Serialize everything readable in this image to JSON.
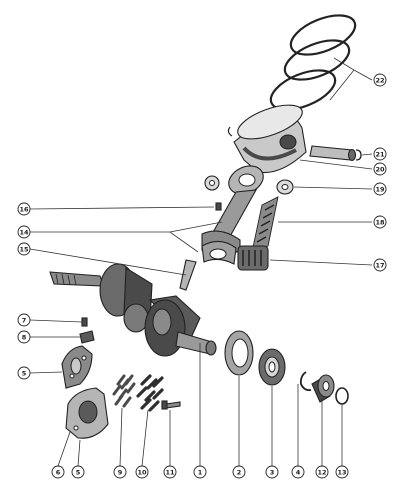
{
  "figure": {
    "colors": {
      "ink": "#222222",
      "shade_dark": "#4a4a4a",
      "shade_mid": "#8a8a8a",
      "shade_light": "#c9c9c9",
      "paper": "#ffffff"
    }
  },
  "callouts": {
    "c1": "1",
    "c2": "2",
    "c3": "3",
    "c4": "4",
    "c5a": "5",
    "c5b": "5",
    "c6": "6",
    "c7": "7",
    "c8": "8",
    "c9": "9",
    "c10": "10",
    "c11": "11",
    "c12": "12",
    "c13": "13",
    "c14": "14",
    "c15": "15",
    "c16": "16",
    "c17": "17",
    "c18": "18",
    "c19": "19",
    "c20": "20",
    "c21": "21",
    "c22": "22"
  }
}
